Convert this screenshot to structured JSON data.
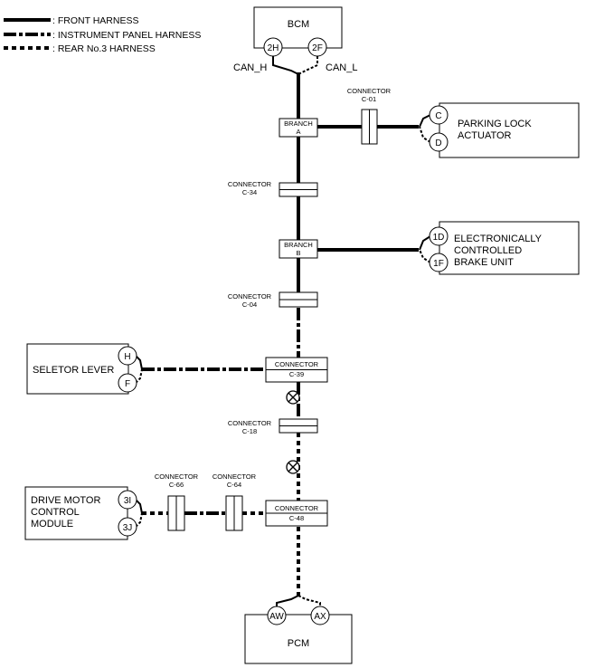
{
  "legend": {
    "front": ": FRONT HARNESS",
    "instrument": ": INSTRUMENT PANEL HARNESS",
    "rear": ": REAR No.3 HARNESS"
  },
  "bcm": {
    "title": "BCM",
    "pin_h": "2H",
    "pin_l": "2F",
    "can_h": "CAN_H",
    "can_l": "CAN_L"
  },
  "parking_lock": {
    "line1": "PARKING LOCK",
    "line2": "ACTUATOR",
    "pin_h": "C",
    "pin_l": "D"
  },
  "brake_unit": {
    "line1": "ELECTRONICALLY",
    "line2": "CONTROLLED",
    "line3": "BRAKE UNIT",
    "pin_h": "1D",
    "pin_l": "1F"
  },
  "selector": {
    "label": "SELETOR LEVER",
    "pin_h": "H",
    "pin_l": "F"
  },
  "drive_motor": {
    "line1": "DRIVE MOTOR",
    "line2": "CONTROL",
    "line3": "MODULE",
    "pin_h": "3I",
    "pin_l": "3J"
  },
  "pcm": {
    "title": "PCM",
    "pin_h": "AW",
    "pin_l": "AX"
  },
  "branch_a": {
    "line1": "BRANCH",
    "line2": "A"
  },
  "branch_b": {
    "line1": "BRANCH",
    "line2": "B"
  },
  "connectors": {
    "c01": {
      "line1": "CONNECTOR",
      "line2": "C-01"
    },
    "c34": {
      "line1": "CONNECTOR",
      "line2": "C-34"
    },
    "c04": {
      "line1": "CONNECTOR",
      "line2": "C-04"
    },
    "c39": {
      "line1": "CONNECTOR",
      "line2": "C-39"
    },
    "c18": {
      "line1": "CONNECTOR",
      "line2": "C-18"
    },
    "c48": {
      "line1": "CONNECTOR",
      "line2": "C-48"
    },
    "c66": {
      "line1": "CONNECTOR",
      "line2": "C-66"
    },
    "c64": {
      "line1": "CONNECTOR",
      "line2": "C-64"
    }
  }
}
